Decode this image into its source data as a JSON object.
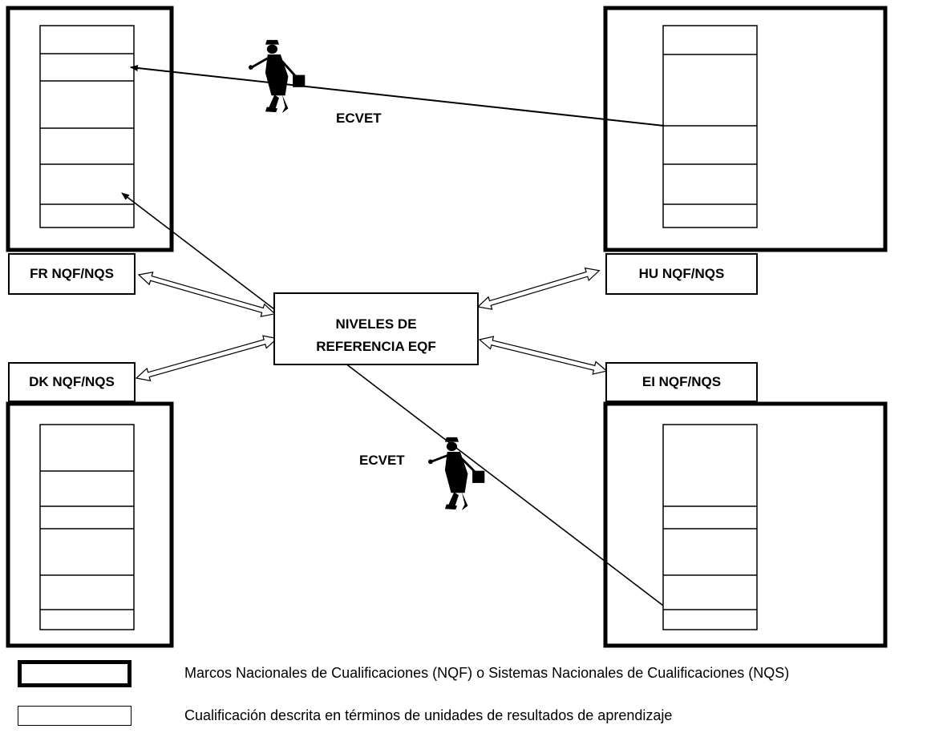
{
  "frameworks": {
    "fr": {
      "label": "FR NQF/NQS"
    },
    "hu": {
      "label": "HU NQF/NQS"
    },
    "dk": {
      "label": "DK NQF/NQS"
    },
    "ei": {
      "label": "EI NQF/NQS"
    }
  },
  "center": {
    "line1": "NIVELES DE",
    "line2": "REFERENCIA EQF"
  },
  "ecvet": {
    "top": "ECVET",
    "bottom": "ECVET"
  },
  "legend": {
    "frameworks_text": "Marcos Nacionales de Cualificaciones (NQF) o Sistemas Nacionales de Cualificaciones (NQS)",
    "qualification_text": "Cualificación descrita en términos de unidades de resultados de aprendizaje"
  }
}
